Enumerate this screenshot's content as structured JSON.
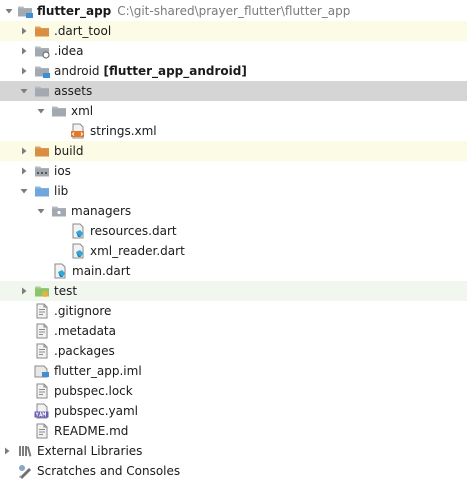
{
  "project": {
    "name": "flutter_app",
    "path": "C:\\git-shared\\prayer_flutter\\flutter_app"
  },
  "items": {
    "dart_tool": ".dart_tool",
    "idea": ".idea",
    "android": "android",
    "android_module": "[flutter_app_android]",
    "assets": "assets",
    "xml": "xml",
    "strings_xml": "strings.xml",
    "build": "build",
    "ios": "ios",
    "lib": "lib",
    "managers": "managers",
    "resources_dart": "resources.dart",
    "xml_reader_dart": "xml_reader.dart",
    "main_dart": "main.dart",
    "test": "test",
    "gitignore": ".gitignore",
    "metadata": ".metadata",
    "packages": ".packages",
    "flutter_app_iml": "flutter_app.iml",
    "pubspec_lock": "pubspec.lock",
    "pubspec_yaml": "pubspec.yaml",
    "readme": "README.md",
    "external_libraries": "External Libraries",
    "scratches": "Scratches and Consoles"
  },
  "icons": {
    "folder": "folder-icon",
    "excluded_folder": "excluded-folder-icon",
    "module_folder": "module-folder-icon",
    "source_folder": "source-folder-icon",
    "test_folder": "test-folder-icon",
    "package_folder": "package-folder-icon",
    "xml_file": "xml-file-icon",
    "dart_file": "dart-file-icon",
    "text_file": "text-file-icon",
    "iml_file": "iml-file-icon",
    "yaml_file": "yaml-file-icon",
    "libraries": "libraries-icon",
    "scratches": "scratches-icon"
  },
  "colors": {
    "selected_row": "#d5d5d5",
    "excluded_row": "#fcfbe6",
    "test_row": "#f1f7ee",
    "folder": "#b6bcc3",
    "excluded_folder": "#e3a25e",
    "source_folder": "#7fb3e3",
    "test_folder": "#8dc36b",
    "path_text": "#7a7a7a"
  }
}
